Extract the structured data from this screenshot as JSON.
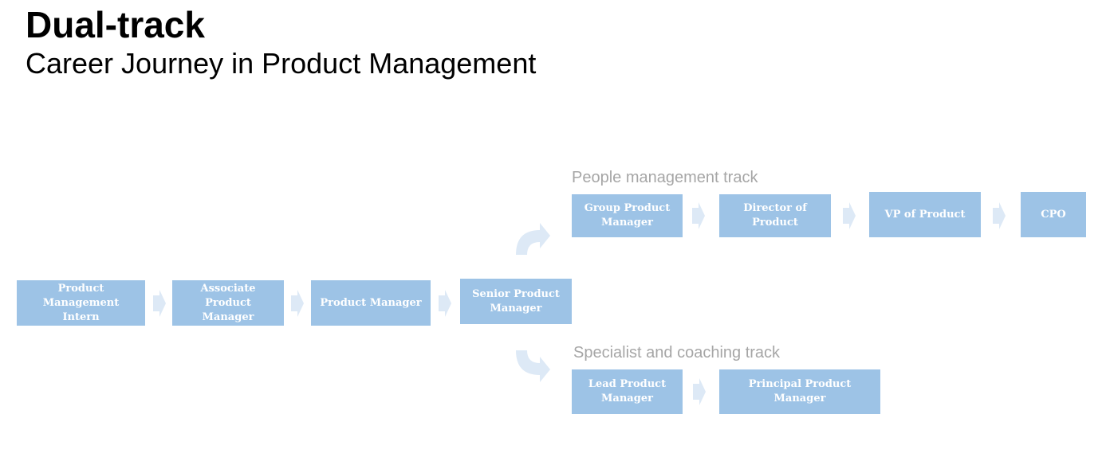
{
  "header": {
    "title": "Dual-track",
    "subtitle": "Career Journey in Product Management"
  },
  "colors": {
    "box_fill": "#9dc3e6",
    "arrow_fill": "#dde9f6",
    "track_label": "#a6a6a6"
  },
  "main_track": [
    {
      "label": "Product Management Intern"
    },
    {
      "label": "Associate Product Manager"
    },
    {
      "label": "Product Manager"
    },
    {
      "label": "Senior Product Manager"
    }
  ],
  "people_track": {
    "label": "People management track",
    "roles": [
      {
        "label": "Group Product Manager"
      },
      {
        "label": "Director of Product"
      },
      {
        "label": "VP of Product"
      },
      {
        "label": "CPO"
      }
    ]
  },
  "specialist_track": {
    "label": "Specialist and coaching track",
    "roles": [
      {
        "label": "Lead Product Manager"
      },
      {
        "label": "Principal Product Manager"
      }
    ]
  }
}
